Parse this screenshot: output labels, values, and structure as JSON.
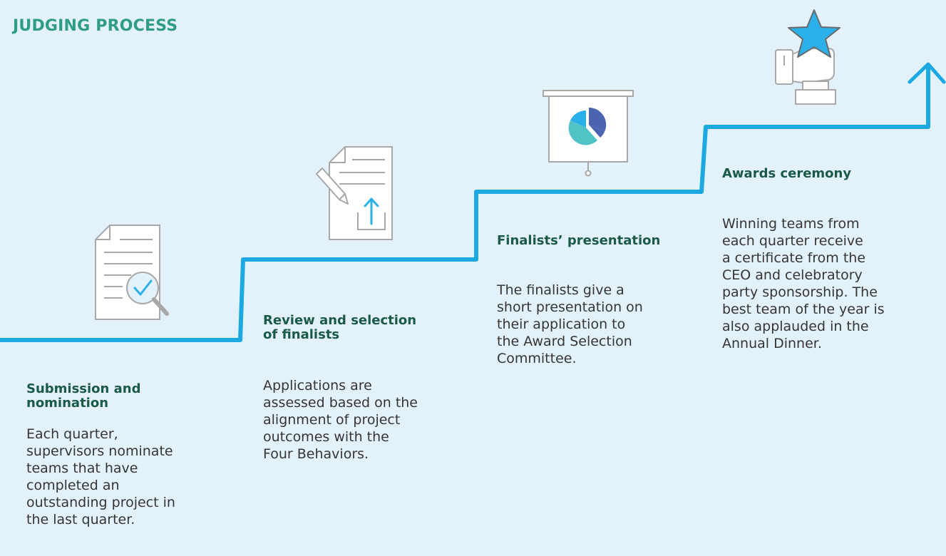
{
  "title": "JUDGING PROCESS",
  "colors": {
    "background": "#e3f1fb",
    "heading": "#2e9c87",
    "step_title": "#1a5a47",
    "body_text": "#353535",
    "stair_line": "#1ca8e0",
    "icon_outline": "#a8a8a8",
    "icon_fill": "#ffffff",
    "accent_blue": "#2bb0ea",
    "accent_teal": "#4fc3c6",
    "accent_navy": "#4a64b0"
  },
  "steps": [
    {
      "title_line1": "Submission and",
      "title_line2": "nomination",
      "text_lines": [
        "Each quarter,",
        "supervisors nominate",
        "teams that have",
        "completed an",
        "outstanding project in",
        "the last quarter."
      ],
      "icon": "document-magnifier-check-icon"
    },
    {
      "title_line1": "Review and selection",
      "title_line2": "of finalists",
      "text_lines": [
        "Applications are",
        "assessed based on the",
        "alignment of project",
        "outcomes with the",
        "Four Behaviors."
      ],
      "icon": "document-pen-upload-icon"
    },
    {
      "title_line1": "Finalists’ presentation",
      "title_line2": "",
      "text_lines": [
        "The finalists give a",
        "short presentation on",
        "their application to",
        "the Award Selection",
        "Committee."
      ],
      "icon": "projector-screen-pie-chart-icon"
    },
    {
      "title_line1": "Awards ceremony",
      "title_line2": "",
      "text_lines": [
        "Winning teams from",
        "each quarter receive",
        "a certificate from the",
        "CEO and celebratory",
        "party sponsorship. The",
        "best team of the year is",
        "also applauded in the",
        "Annual Dinner."
      ],
      "icon": "trophy-hand-star-icon"
    }
  ],
  "end_arrow_icon": "arrow-up-icon"
}
